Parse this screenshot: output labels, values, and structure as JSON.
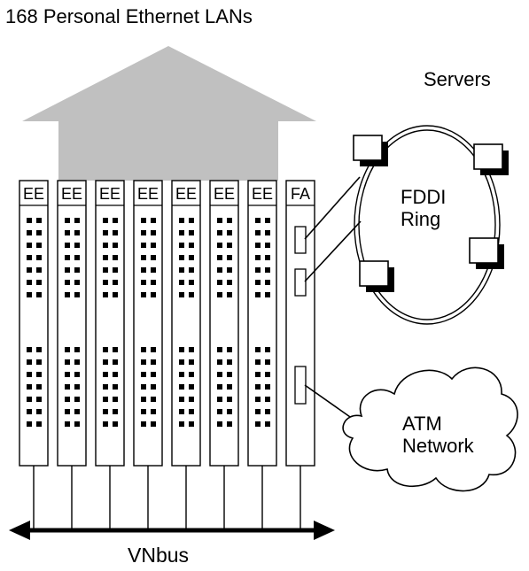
{
  "title": "168 Personal Ethernet LANs",
  "servers_label": "Servers",
  "fddi_label": {
    "line1": "FDDI",
    "line2": "Ring"
  },
  "atm_label": {
    "line1": "ATM",
    "line2": "Network"
  },
  "bus_label": "VNbus",
  "cards": [
    "EE",
    "EE",
    "EE",
    "EE",
    "EE",
    "EE",
    "EE",
    "FA"
  ],
  "colors": {
    "arrow": "#c0c0c0",
    "stroke": "#000000",
    "port": "#000000"
  }
}
